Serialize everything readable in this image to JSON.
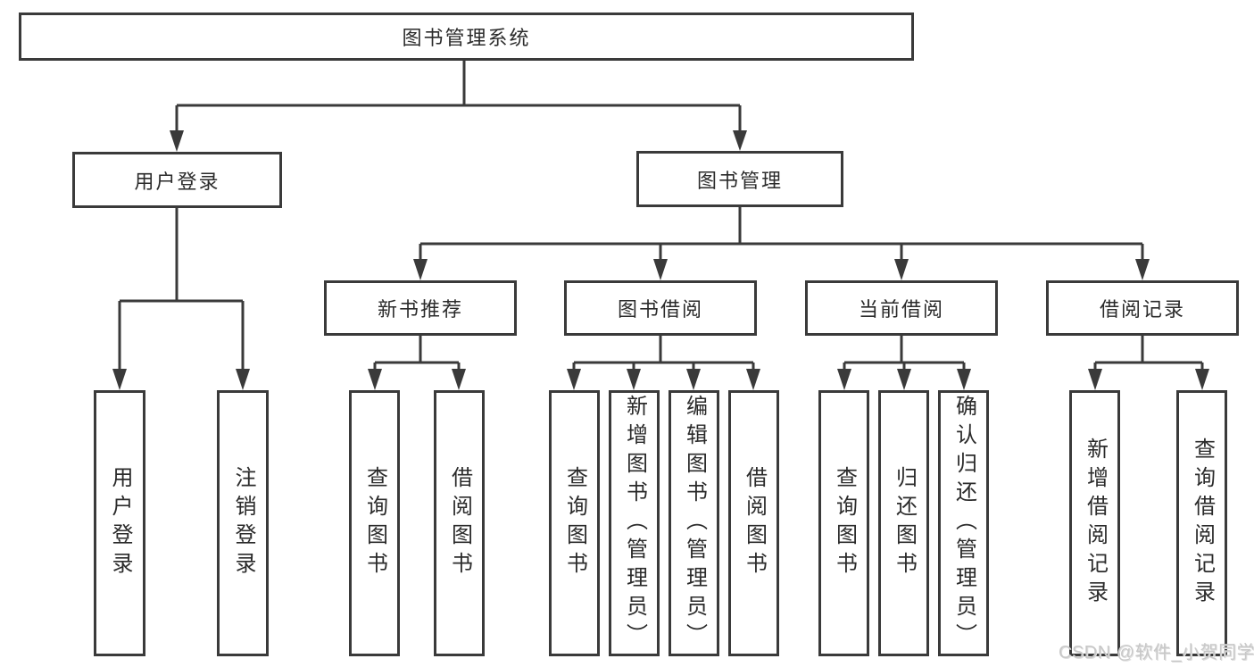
{
  "diagram": {
    "root": {
      "label": "图书管理系统"
    },
    "branches": [
      {
        "label": "用户登录",
        "children": [
          {
            "label": "用户登录"
          },
          {
            "label": "注销登录"
          }
        ]
      },
      {
        "label": "图书管理",
        "children": [
          {
            "label": "新书推荐",
            "children": [
              {
                "label": "查询图书"
              },
              {
                "label": "借阅图书"
              }
            ]
          },
          {
            "label": "图书借阅",
            "children": [
              {
                "label": "查询图书"
              },
              {
                "label": "新增图书（管理员）"
              },
              {
                "label": "编辑图书（管理员）"
              },
              {
                "label": "借阅图书"
              }
            ]
          },
          {
            "label": "当前借阅",
            "children": [
              {
                "label": "查询图书"
              },
              {
                "label": "归还图书"
              },
              {
                "label": "确认归还（管理员）"
              }
            ]
          },
          {
            "label": "借阅记录",
            "children": [
              {
                "label": "新增借阅记录"
              },
              {
                "label": "查询借阅记录"
              }
            ]
          }
        ]
      }
    ],
    "watermark": "CSDN @软件_小贺同学",
    "colors": {
      "line": "#3a3a3a",
      "text": "#2b2b2b",
      "box_background": "#ffffff",
      "watermark_text": "#c8c8c8"
    }
  }
}
